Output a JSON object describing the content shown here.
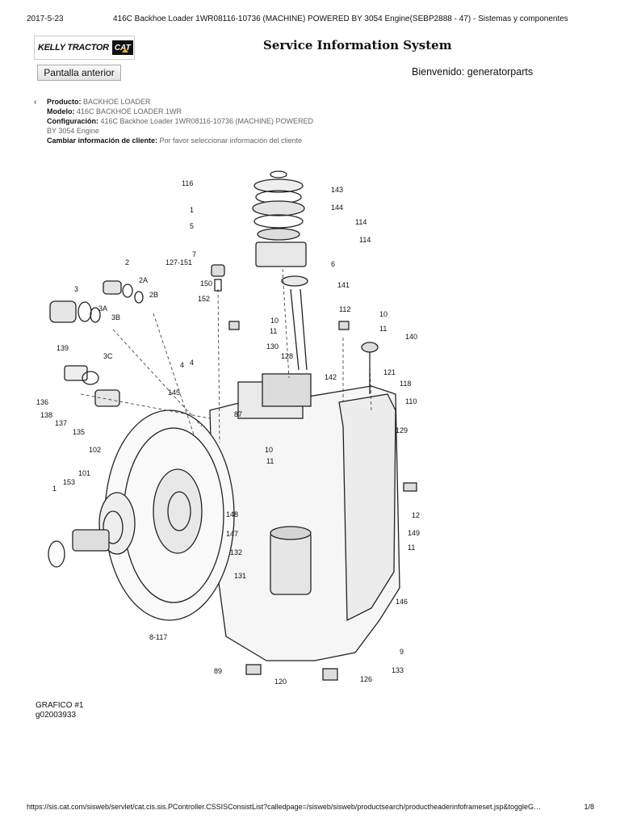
{
  "print_header": {
    "date": "2017-5-23",
    "title": "416C Backhoe Loader 1WR08116-10736 (MACHINE) POWERED BY 3054 Engine(SEBP2888 - 47) - Sistemas y componentes"
  },
  "header": {
    "brand_text": "KELLY TRACTOR",
    "cat_logo": "CAT",
    "system_title": "Service Information System",
    "back_button": "Pantalla anterior",
    "welcome": "Bienvenido: generatorparts"
  },
  "info": {
    "product_label": "Producto:",
    "product_value": "BACKHOE LOADER",
    "model_label": "Modelo:",
    "model_value": "416C BACKHOE LOADER 1WR",
    "config_label": "Configuración:",
    "config_value": "416C Backhoe Loader 1WR08116-10736 (MACHINE) POWERED BY 3054 Engine",
    "client_label": "Cambiar información de cliente:",
    "client_value": "Por favor seleccionar información del cliente"
  },
  "diagram": {
    "callouts": [
      "116",
      "143",
      "144",
      "1",
      "5",
      "114",
      "7",
      "114",
      "6",
      "127-151",
      "150",
      "152",
      "141",
      "2",
      "2A",
      "2B",
      "3",
      "3A",
      "3B",
      "3C",
      "112",
      "10",
      "11",
      "10",
      "11",
      "140",
      "139",
      "130",
      "128",
      "142",
      "4",
      "4",
      "145",
      "121",
      "118",
      "110",
      "136",
      "138",
      "137",
      "135",
      "87",
      "129",
      "10",
      "11",
      "102",
      "101",
      "153",
      "148",
      "1",
      "12",
      "147",
      "149",
      "132",
      "131",
      "11",
      "146",
      "8-117",
      "9",
      "89",
      "133",
      "120",
      "126"
    ]
  },
  "figure": {
    "caption": "GRAFICO #1",
    "id": "g02003933"
  },
  "footer": {
    "url": "https://sis.cat.com/sisweb/servlet/cat.cis.sis.PController.CSSISConsistList?calledpage=/sisweb/sisweb/productsearch/productheaderinfoframeset.jsp&toggleG…",
    "page": "1/8"
  }
}
